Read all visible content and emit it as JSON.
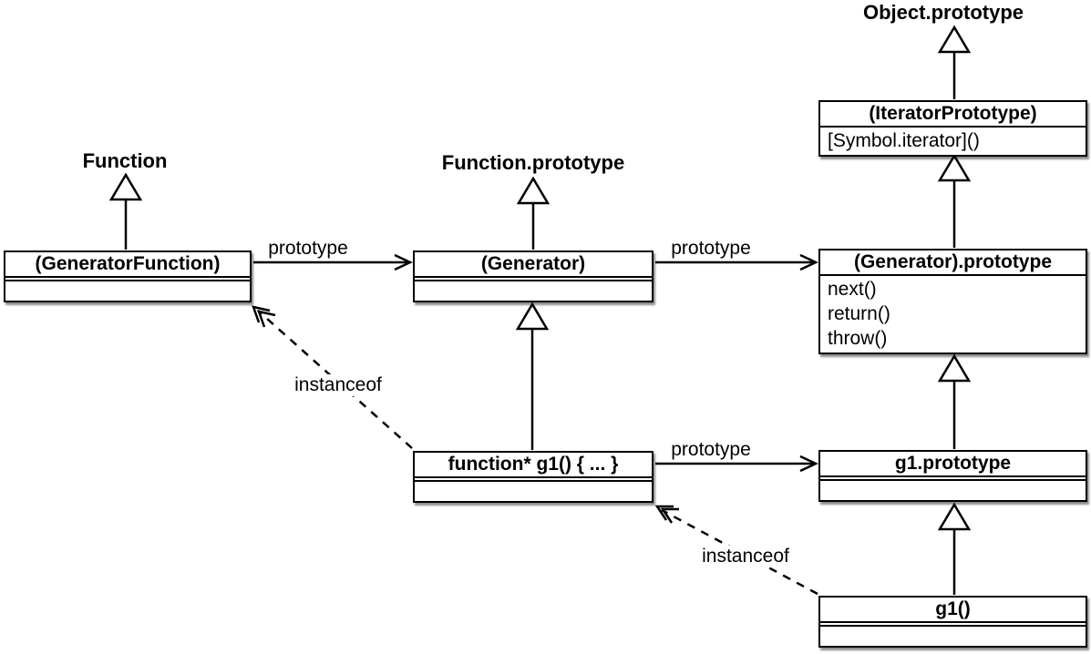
{
  "labels": {
    "function": "Function",
    "function_prototype": "Function.prototype",
    "object_prototype": "Object.prototype",
    "prototype_edge": "prototype",
    "instanceof_edge": "instanceof"
  },
  "boxes": {
    "generator_function": {
      "title": "(GeneratorFunction)",
      "members": []
    },
    "generator": {
      "title": "(Generator)",
      "members": []
    },
    "function_g1": {
      "title": "function* g1() { ... }",
      "members": []
    },
    "iterator_prototype": {
      "title": "(IteratorPrototype)",
      "members": [
        "[Symbol.iterator]()"
      ]
    },
    "generator_prototype": {
      "title": "(Generator).prototype",
      "members": [
        "next()",
        "return()",
        "throw()"
      ]
    },
    "g1_prototype": {
      "title": "g1.prototype",
      "members": []
    },
    "g1_call": {
      "title": "g1()",
      "members": []
    }
  },
  "colors": {
    "stroke": "#000000",
    "fill": "#ffffff",
    "background": "#ffffff"
  }
}
